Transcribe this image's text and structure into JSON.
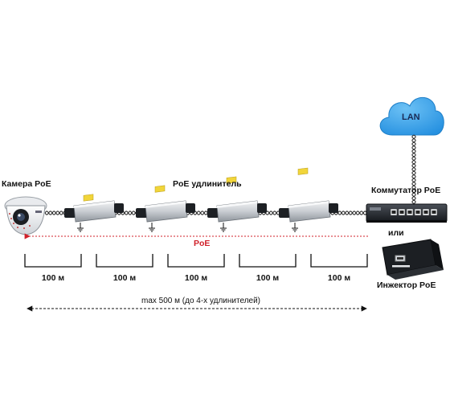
{
  "labels": {
    "camera": "Камера PoE",
    "extender": "PoE удлинитель",
    "switch": "Коммутатор PoE",
    "or": "или",
    "injector": "Инжектор PoE",
    "cloud": "LAN",
    "poe_arrow": "PoE",
    "max_distance": "max 500 м (до 4-х удлинителей)"
  },
  "segments": [
    {
      "label": "100 м"
    },
    {
      "label": "100 м"
    },
    {
      "label": "100 м"
    },
    {
      "label": "100 м"
    },
    {
      "label": "100 м"
    }
  ],
  "extender_count": 4,
  "colors": {
    "cloud": "#3ea6ec",
    "poe_arrow": "#d0202a",
    "device_body": "#c9cdd2",
    "cable": "#222222"
  },
  "icons": [
    "dome-camera-icon",
    "extender-icon",
    "switch-icon",
    "injector-icon",
    "cloud-icon",
    "ground-icon"
  ]
}
